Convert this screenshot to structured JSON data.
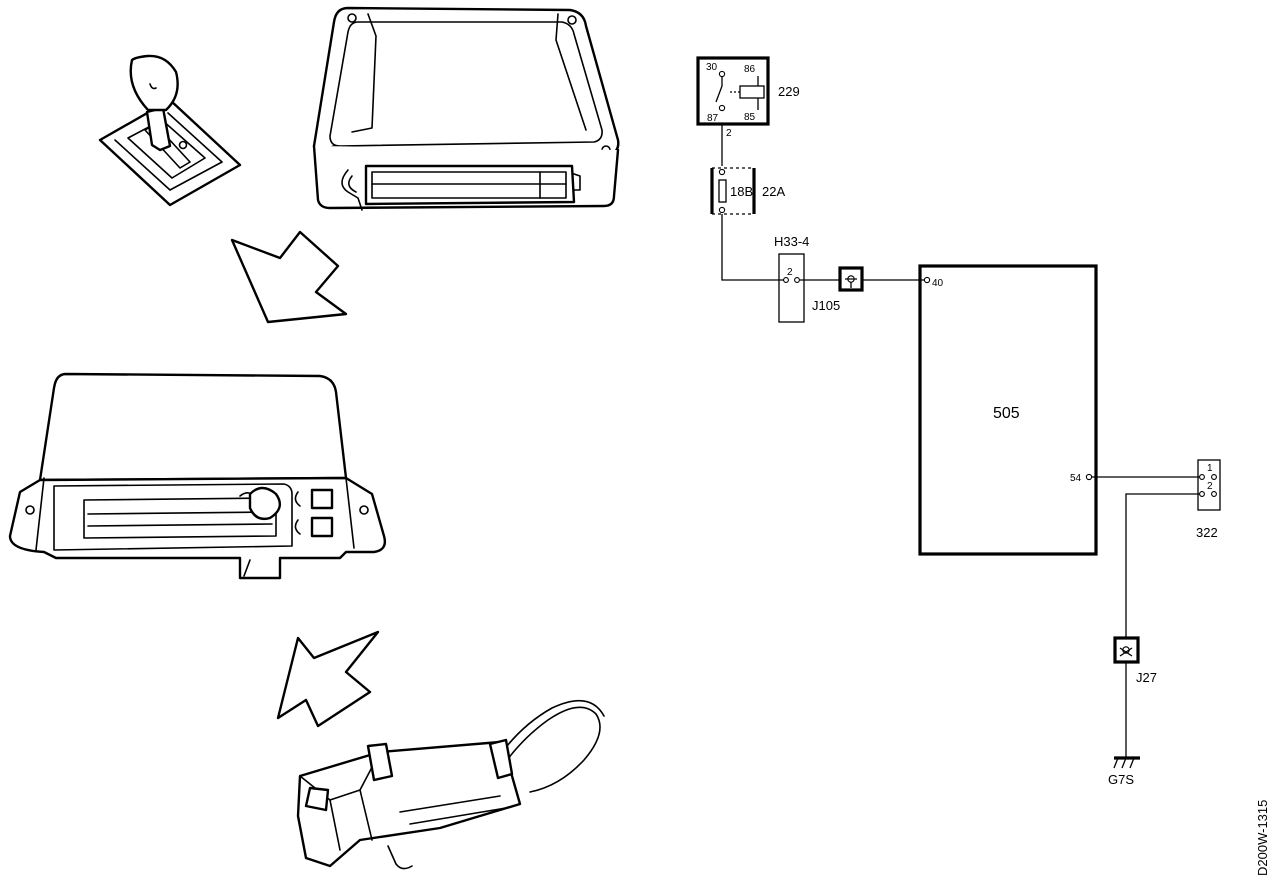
{
  "figure_id": "D200W-1315",
  "relay": {
    "id": "229",
    "pins": [
      "30",
      "86",
      "87",
      "85"
    ],
    "output_pin": "2"
  },
  "fuse": {
    "label": "18B",
    "id": "22A"
  },
  "connector_h33": {
    "id": "H33-4",
    "pin": "2"
  },
  "junction_j105": {
    "id": "J105"
  },
  "module": {
    "id": "505",
    "pin_in": "40",
    "pin_out": "54"
  },
  "connector_322": {
    "id": "322",
    "pins": [
      "1",
      "2"
    ]
  },
  "junction_j27": {
    "id": "J27"
  },
  "ground": {
    "id": "G7S"
  }
}
